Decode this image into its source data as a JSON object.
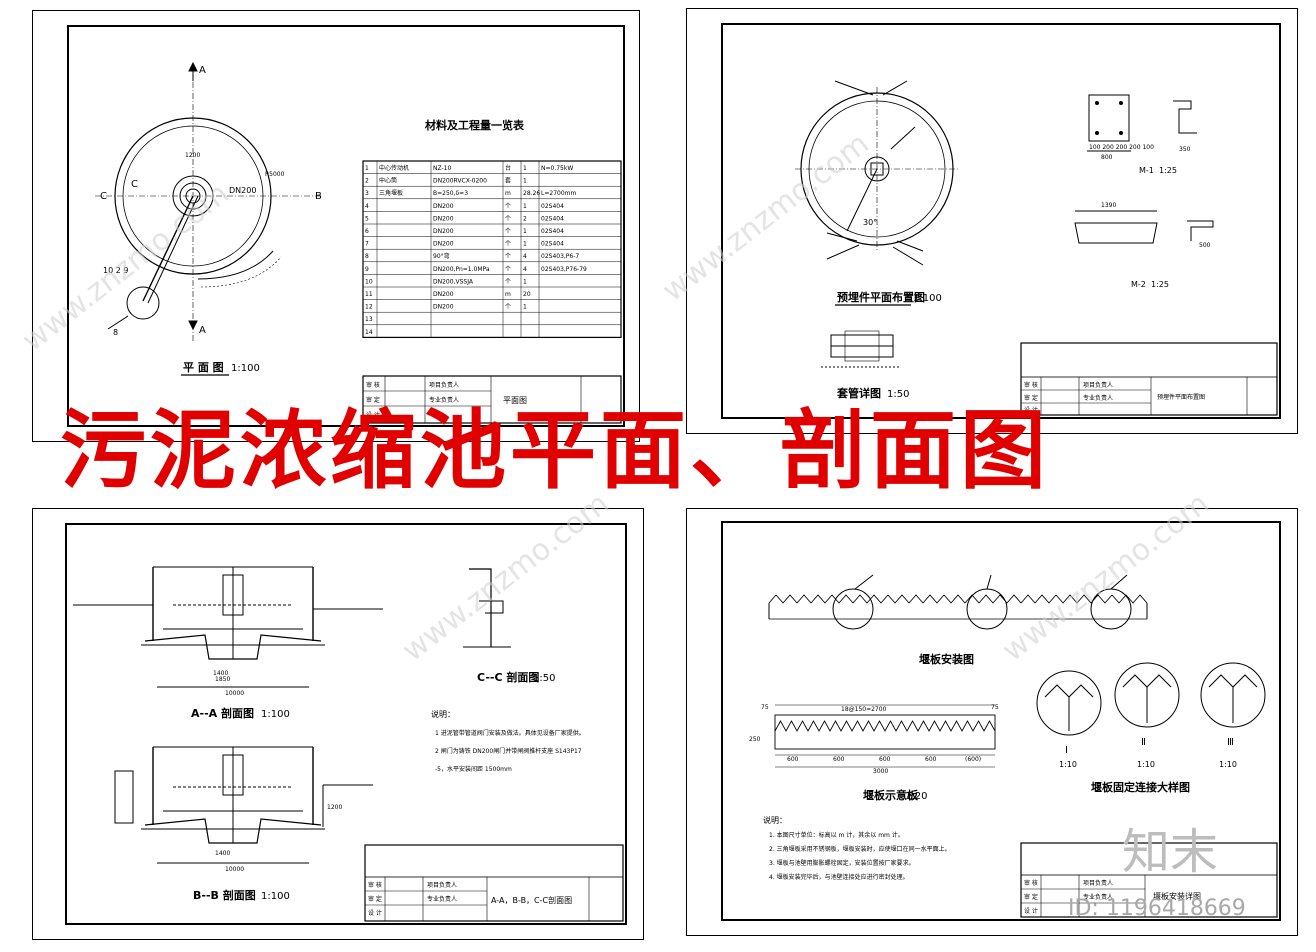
{
  "title": "污泥浓缩池平面、剖面图",
  "watermark": {
    "brand": "知末",
    "id": "ID: 1196418669",
    "site": "www.znzmo.com"
  },
  "colors": {
    "title": "#e00000",
    "line": "#000000",
    "watermark": "#bdbdbd"
  },
  "sheet1": {
    "plan_caption": "平 面 图",
    "plan_scale": "1:100",
    "table_title": "材料及工程量一览表",
    "labels": {
      "A": "A",
      "B": "B",
      "C": "C",
      "dn": "DN200",
      "d1": "1200",
      "r": "R5000",
      "nums": "10 2 9",
      "n8": "8"
    },
    "table_rows": [
      [
        "1",
        "中心传动机",
        "NZ-10",
        "台",
        "1",
        "N=0.75kW"
      ],
      [
        "2",
        "中心筒",
        "DN200RVCX-0200",
        "套",
        "1",
        ""
      ],
      [
        "3",
        "三角堰板",
        "B=250,δ=3",
        "m",
        "28.26",
        "L=2700mm"
      ],
      [
        "4",
        "",
        "DN200",
        "个",
        "1",
        "02S404"
      ],
      [
        "5",
        "",
        "DN200",
        "个",
        "2",
        "02S404"
      ],
      [
        "6",
        "",
        "DN200",
        "个",
        "1",
        "02S404"
      ],
      [
        "7",
        "",
        "DN200",
        "个",
        "1",
        "02S404"
      ],
      [
        "8",
        "",
        "90°弯",
        "个",
        "4",
        "02S403,P6-7"
      ],
      [
        "9",
        "",
        "DN200,Pn=1.0MPa",
        "个",
        "4",
        "02S403,P76-79"
      ],
      [
        "10",
        "",
        "DN200,VSSJA",
        "个",
        "1",
        ""
      ],
      [
        "11",
        "",
        "DN200",
        "m",
        "20",
        ""
      ],
      [
        "12",
        "",
        "DN200",
        "个",
        "1",
        ""
      ],
      [
        "13",
        "",
        "",
        "",
        "",
        ""
      ],
      [
        "14",
        "",
        "",
        "",
        "",
        ""
      ]
    ],
    "title_block_name": "平面图"
  },
  "sheet2": {
    "plan_caption": "预埋件平面布置图",
    "plan_scale": "1:100",
    "detail_caption": "套管详图",
    "detail_scale": "1:50",
    "m1": "M-1",
    "m1_scale": "1:25",
    "m2": "M-2",
    "m2_scale": "1:25",
    "angle": "30°",
    "dims": {
      "a": "1390",
      "b": "100 200 200 200 100",
      "c": "800",
      "d": "500",
      "e": "350"
    },
    "title_block_name": "预埋件平面布置图"
  },
  "sheet3": {
    "section_a": "A--A 剖面图",
    "section_a_scale": "1:100",
    "section_b": "B--B 剖面图",
    "section_b_scale": "1:100",
    "section_c": "C--C 剖面图",
    "section_c_scale": "1:50",
    "dims": {
      "w": "10000",
      "d1": "1400",
      "d2": "1850",
      "h": "1200"
    },
    "notes_title": "说明：",
    "notes": [
      "1  进泥管带管道阀门安装及做法。具体见设备厂家提供。",
      "2  闸门为铸铁 DN200闸门并带闸阀推杆支座 S143P17",
      "   -5，水平安装间距 1500mm"
    ],
    "title_block_name": "A-A，B-B，C-C剖面图"
  },
  "sheet4": {
    "install_caption": "堰板安装图",
    "weir_caption": "堰板示意板",
    "weir_scale": "1:20",
    "detail_caption": "堰板固定连接大样图",
    "dims": {
      "top": "18@150=2700",
      "parts": [
        "600",
        "600",
        "600",
        "600",
        "(600)"
      ],
      "total": "3000",
      "h": "250",
      "e": "75"
    },
    "roman": [
      {
        "n": "Ⅰ",
        "s": "1:10"
      },
      {
        "n": "Ⅱ",
        "s": "1:10"
      },
      {
        "n": "Ⅲ",
        "s": "1:10"
      }
    ],
    "notes_title": "说明：",
    "notes": [
      "1. 本图尺寸单位：标高以 m 计，其余以 mm 计。",
      "2. 三角堰板采用不锈钢板，堰板安装时，应使堰口在同一水平面上。",
      "3. 堰板与池壁用膨胀螺栓固定，安装位置按厂家要求。",
      "4. 堰板安装完毕后，与池壁连接处应进行密封处理。"
    ],
    "title_block_name": "堰板安装详图"
  },
  "title_block": {
    "rows": [
      "审 核",
      "审 定",
      "设 计"
    ],
    "cols": [
      "项目负责人",
      "专业负责人"
    ]
  }
}
